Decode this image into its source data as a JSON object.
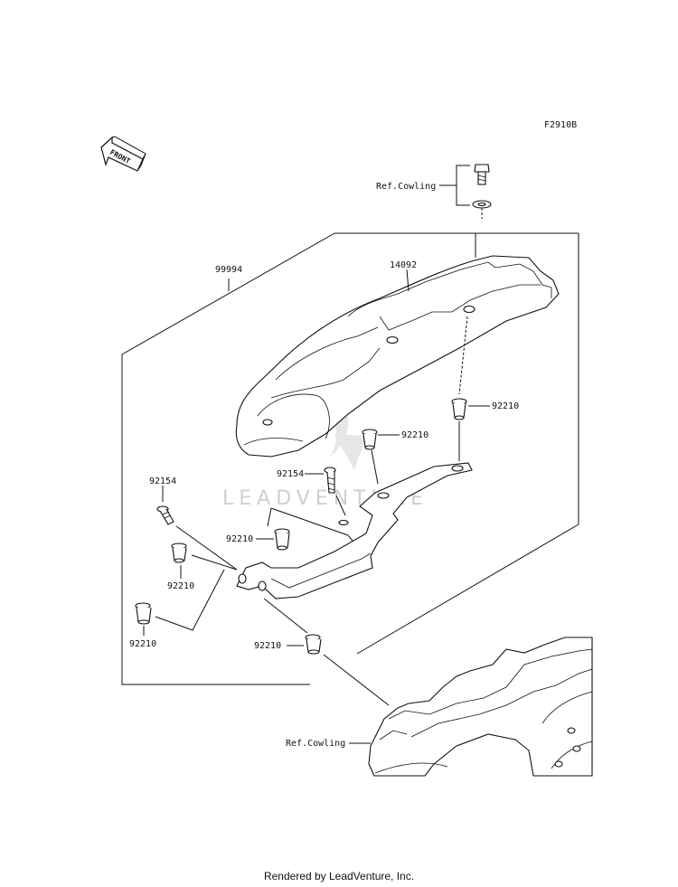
{
  "diagram_code": "F2910B",
  "front_label": "FRONT",
  "watermark": "LEADVENTURE",
  "labels": {
    "ref_cowling_top": "Ref.Cowling",
    "ref_cowling_bottom": "Ref.Cowling",
    "kit": "99994",
    "seat_cover": "14092",
    "collar_right": "92210",
    "collar_center": "92210",
    "bolt_center": "92154",
    "bolt_left": "92154",
    "collar_mid": "92210",
    "collar_left_upper": "92210",
    "collar_left_lower": "92210",
    "collar_bottom": "92210"
  },
  "footer": "Rendered by LeadVenture, Inc."
}
